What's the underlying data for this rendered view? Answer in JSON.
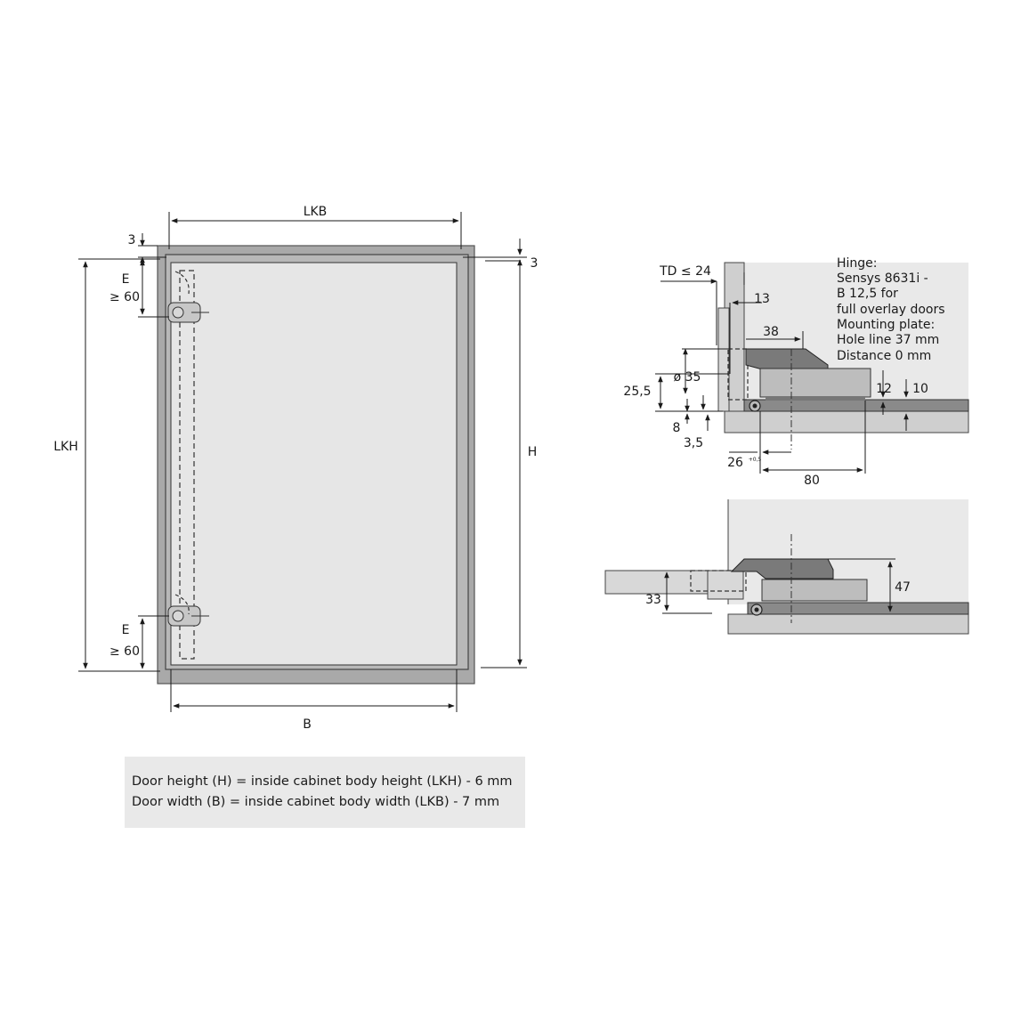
{
  "cabinet_front_view": {
    "dim_width_inside": "LKB",
    "dim_height_inside": "LKH",
    "dim_door_height": "H",
    "dim_door_width": "B",
    "dim_top_gap_left": "3",
    "dim_top_gap_right": "3",
    "dim_hinge_top_e": "E",
    "dim_hinge_top_min": "≥ 60",
    "dim_hinge_bottom_e": "E",
    "dim_hinge_bottom_min": "≥ 60"
  },
  "hinge_section_view": {
    "dim_td": "TD ≤ 24",
    "dim_13": "13",
    "dim_38": "38",
    "dim_cup_dia": "ø 35",
    "dim_25_5": "25,5",
    "dim_8": "8",
    "dim_3_5": "3,5",
    "dim_26": "26",
    "dim_26_tol": "+0,5",
    "dim_80": "80",
    "dim_12": "12",
    "dim_10": "10",
    "note_lines": [
      "Hinge:",
      "Sensys 8631i -",
      "B 12,5 for",
      "full overlay doors",
      "Mounting plate:",
      "Hole line 37 mm",
      "Distance 0 mm"
    ]
  },
  "hinge_open_view": {
    "dim_33": "33",
    "dim_47": "47"
  },
  "formula_box": {
    "line1": "Door height (H) = inside cabinet body height (LKH) - 6 mm",
    "line2": "Door width (B) = inside cabinet body width (LKB) - 7 mm"
  }
}
